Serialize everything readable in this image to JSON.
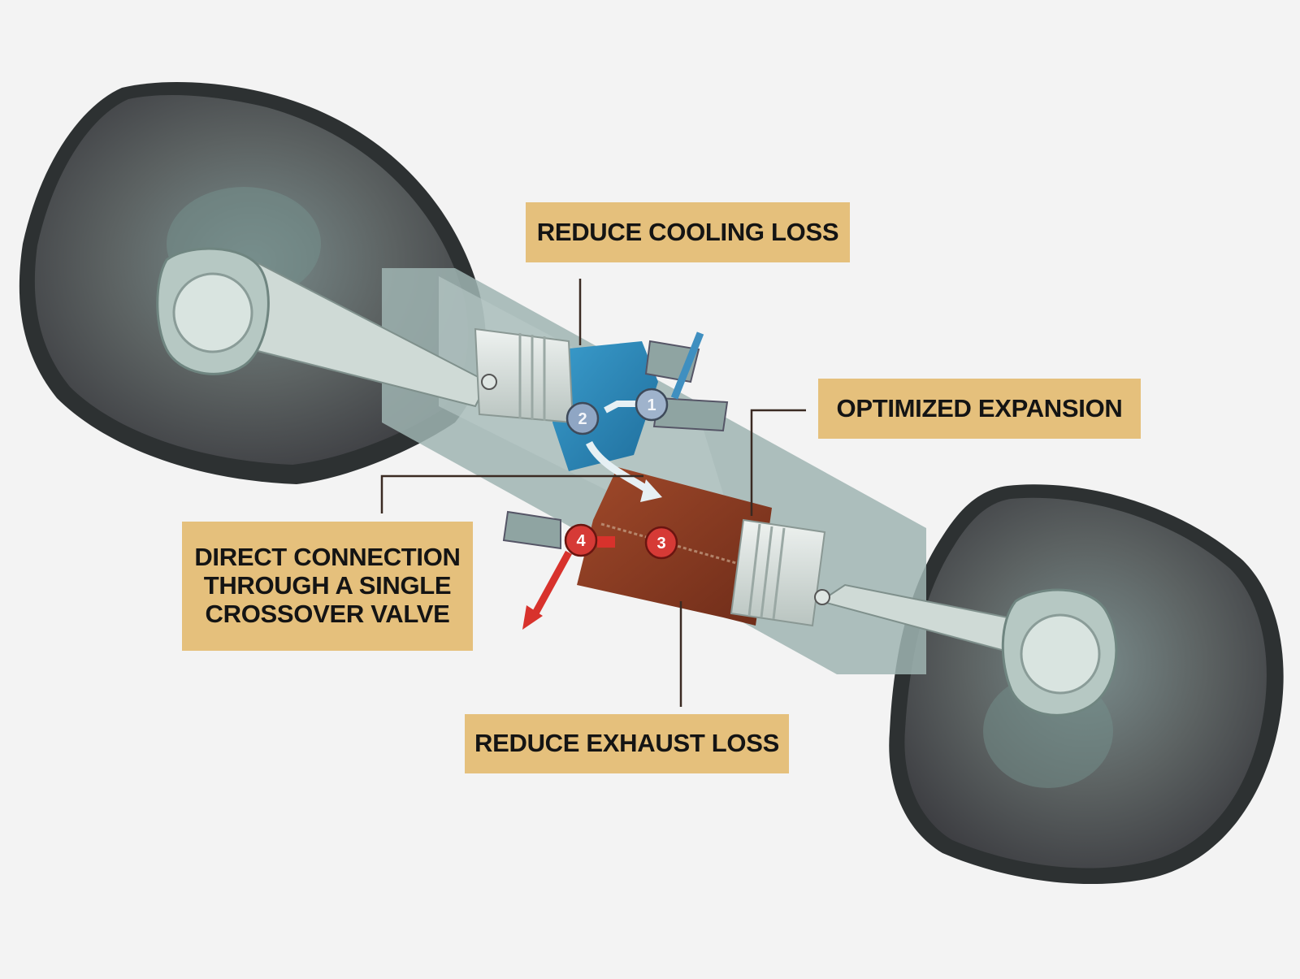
{
  "diagram": {
    "callouts": {
      "cooling": {
        "label": "REDUCE COOLING LOSS"
      },
      "expansion": {
        "label": "OPTIMIZED EXPANSION"
      },
      "crossover": {
        "lines": [
          "DIRECT CONNECTION",
          "THROUGH A SINGLE",
          "CROSSOVER VALVE"
        ]
      },
      "exhaust": {
        "label": "REDUCE EXHAUST LOSS"
      }
    },
    "markers": [
      {
        "label": "1",
        "color": "#9fb3cc"
      },
      {
        "label": "2",
        "color": "#8fa6c4"
      },
      {
        "label": "3",
        "color": "#d63a36"
      },
      {
        "label": "4",
        "color": "#d63a36"
      }
    ],
    "colors": {
      "callout_fill": "#e5c07c",
      "compression_cylinder": "#2f86b4",
      "expansion_cylinder": "#8a3a22",
      "intake_arrow": "#3f8fc0",
      "exhaust_arrow": "#d8322c",
      "crank_housing": "#4e4e52"
    }
  }
}
